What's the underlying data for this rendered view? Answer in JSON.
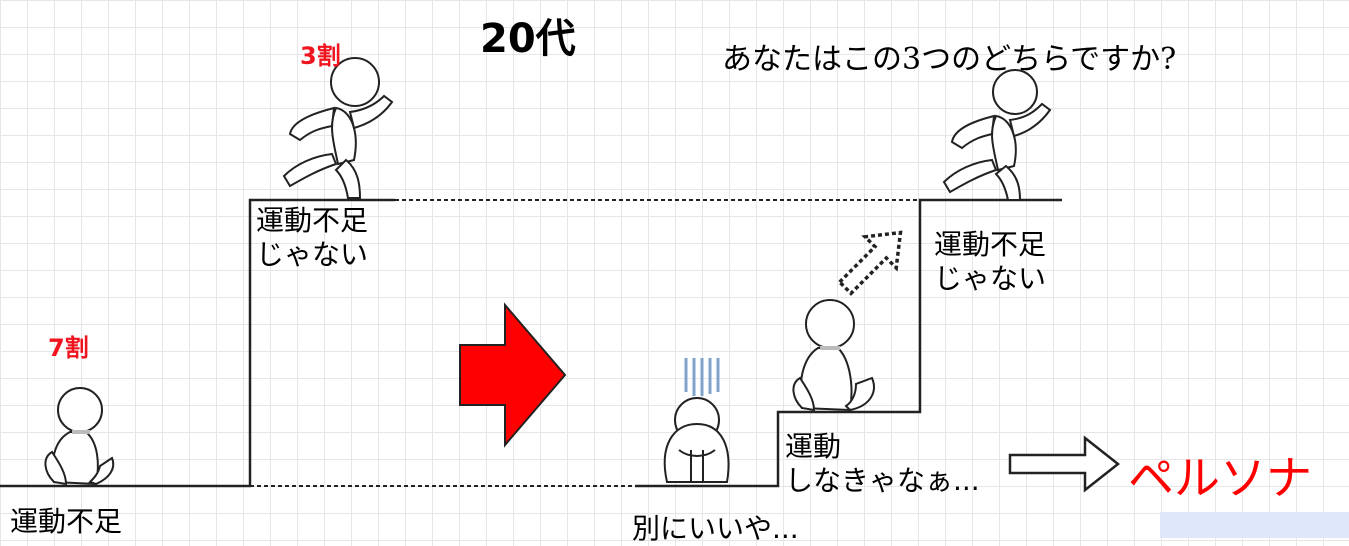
{
  "title": "20代",
  "question": "あなたはこの3つのどちらですか?",
  "groups": {
    "top": {
      "percent": "3割",
      "label_line1": "運動不足",
      "label_line2": "じゃない"
    },
    "bottom": {
      "percent": "7割",
      "label_line1": "運動不足"
    }
  },
  "right_label": {
    "line1": "運動不足",
    "line2": "じゃない"
  },
  "middle_label": {
    "line1": "運動",
    "line2": "しなきゃなぁ..."
  },
  "giveup_label": "別にいいや...",
  "persona_label": "ペルソナ",
  "colors": {
    "accent_red": "#ff0000",
    "percent_red": "#f0141e",
    "step_line": "#222222",
    "figure_fill": "#ffffff",
    "figure_shadow": "#d9d9d9",
    "gloom_lines": "#7fa3cc",
    "bluebox": "#dfe7fb"
  }
}
